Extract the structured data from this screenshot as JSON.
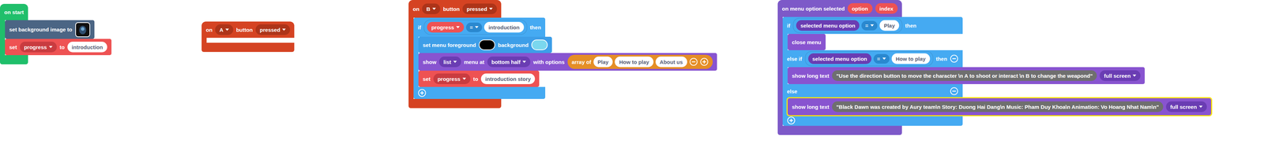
{
  "diagram": {
    "nodes": [
      {
        "text": [
          "on start"
        ]
      },
      {
        "text": [
          "set background image to"
        ],
        "in": 0
      },
      {
        "text": [
          "set",
          "to"
        ],
        "in": 0
      },
      {
        "text": [
          "progress"
        ],
        "in": 2
      },
      {
        "text": [
          "introduction"
        ],
        "in": 2
      },
      {
        "text": [
          "on",
          "button"
        ]
      },
      {
        "text": [
          "A"
        ],
        "in": 5
      },
      {
        "text": [
          "pressed"
        ],
        "in": 5
      },
      {
        "text": [
          "on",
          "button"
        ]
      },
      {
        "text": [
          "B"
        ],
        "in": 8
      },
      {
        "text": [
          "pressed"
        ],
        "in": 8
      },
      {
        "text": [
          "if",
          "then"
        ],
        "in": 8
      },
      {
        "text": [
          "="
        ],
        "in": 11
      },
      {
        "text": [
          "progress"
        ],
        "in": 12
      },
      {
        "text": [
          "introduction"
        ],
        "in": 12
      },
      {
        "text": [
          "set menu foreground",
          "background"
        ],
        "in": 11
      },
      {
        "text": [
          "show",
          "menu at",
          "with options"
        ],
        "in": 11
      },
      {
        "text": [
          "list"
        ],
        "in": 16
      },
      {
        "text": [
          "bottom half"
        ],
        "in": 16
      },
      {
        "text": [
          "array of"
        ],
        "in": 16
      },
      {
        "text": [
          "Play"
        ],
        "in": 19
      },
      {
        "text": [
          "How to play"
        ],
        "in": 19
      },
      {
        "text": [
          "About us"
        ],
        "in": 19
      },
      {
        "text": [
          "set",
          "to"
        ],
        "in": 11
      },
      {
        "text": [
          "progress"
        ],
        "in": 23
      },
      {
        "text": [
          "introduction story"
        ],
        "in": 23
      },
      {
        "text": [
          "on menu option selected"
        ]
      },
      {
        "text": [
          "option"
        ],
        "in": 26
      },
      {
        "text": [
          "index"
        ],
        "in": 26
      },
      {
        "text": [
          "if",
          "then",
          "else if",
          "then",
          "else"
        ],
        "in": 26
      },
      {
        "text": [
          "="
        ],
        "in": 29
      },
      {
        "text": [
          "selected menu option"
        ],
        "in": 30
      },
      {
        "text": [
          "Play"
        ],
        "in": 30
      },
      {
        "text": [
          "close menu"
        ],
        "in": 29
      },
      {
        "text": [
          "="
        ],
        "in": 29
      },
      {
        "text": [
          "selected menu option"
        ],
        "in": 34
      },
      {
        "text": [
          "How to play"
        ],
        "in": 34
      },
      {
        "text": [
          "show long text"
        ],
        "in": 29
      },
      {
        "text": [
          "\"Use the direction button to move the character \\n A to shoot or interact \\n B to change the weapond\""
        ],
        "in": 37
      },
      {
        "text": [
          "full screen"
        ],
        "in": 37
      },
      {
        "text": [
          "show long text"
        ],
        "in": 29
      },
      {
        "text": [
          "\"Black Dawn was created by Aury team\\n Story: Duong Hai Dang\\n Music: Pham Duy Khoa\\n Animation: Vo Hoang Nhat Nam\\n\""
        ],
        "in": 40
      },
      {
        "text": [
          "full screen"
        ],
        "in": 40
      }
    ]
  }
}
